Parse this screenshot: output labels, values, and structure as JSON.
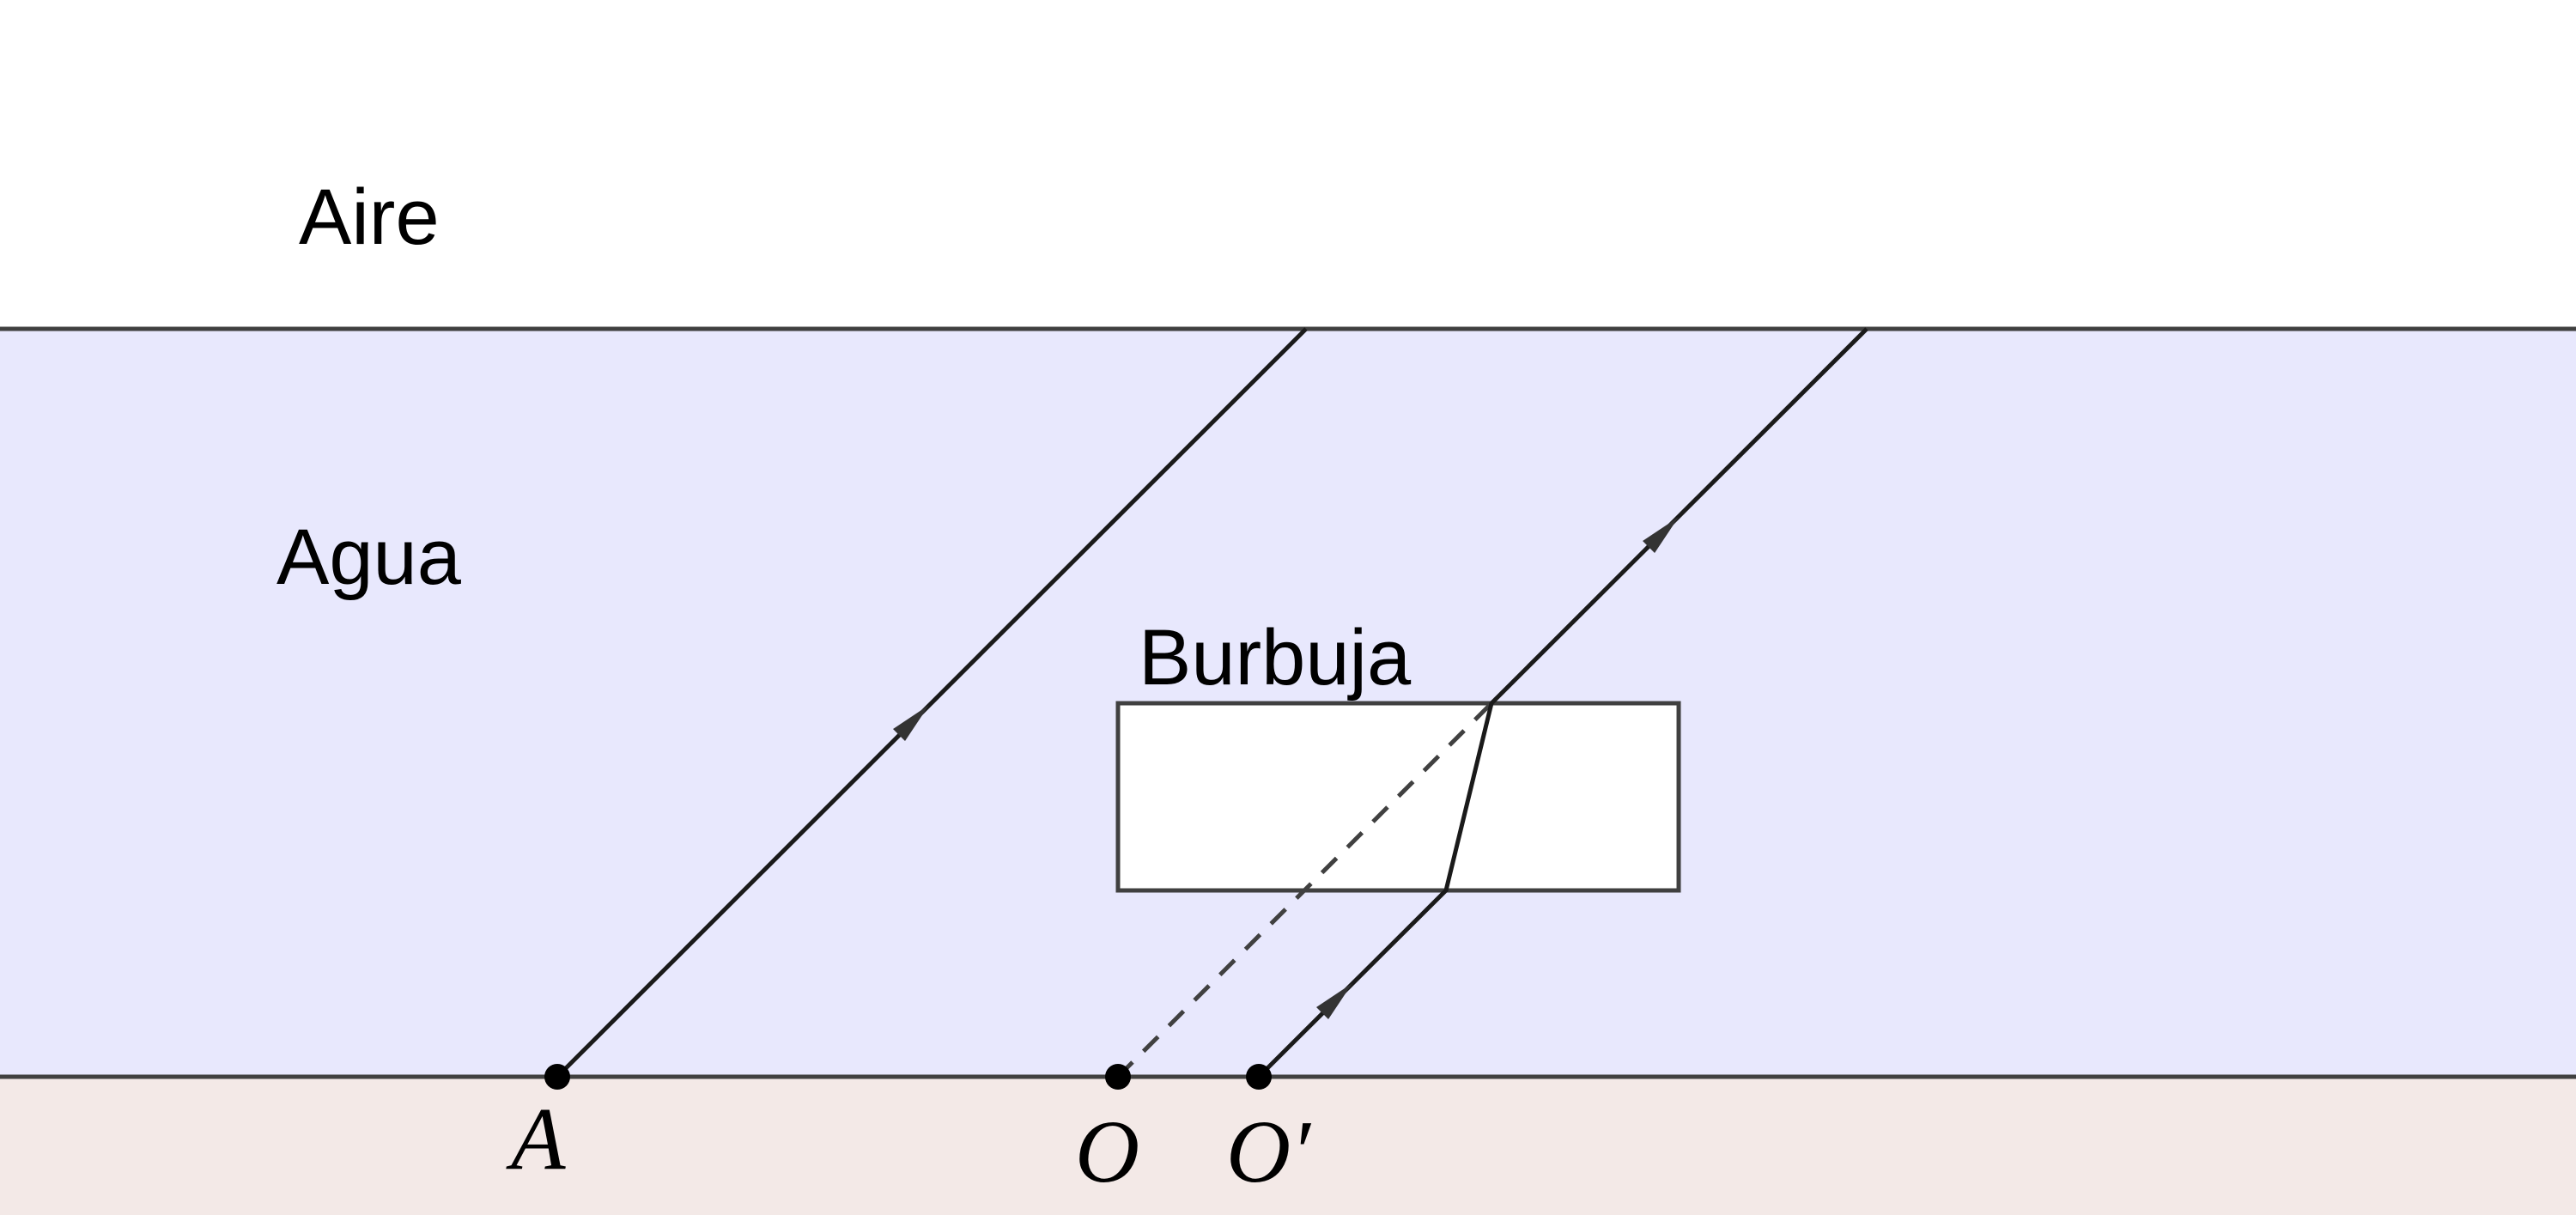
{
  "regions": {
    "air_label": "Aire",
    "water_label": "Agua",
    "bubble_label": "Burbuja"
  },
  "points": {
    "a_label": "A",
    "o_label": "O",
    "o_prime_label": "O′"
  },
  "colors": {
    "air": "#ffffff",
    "water": "#e8e8fd",
    "floor": "#f3e9e7",
    "bubble": "#ffffff",
    "line": "#404040",
    "ray": "#1a1a1a",
    "point": "#000000"
  }
}
